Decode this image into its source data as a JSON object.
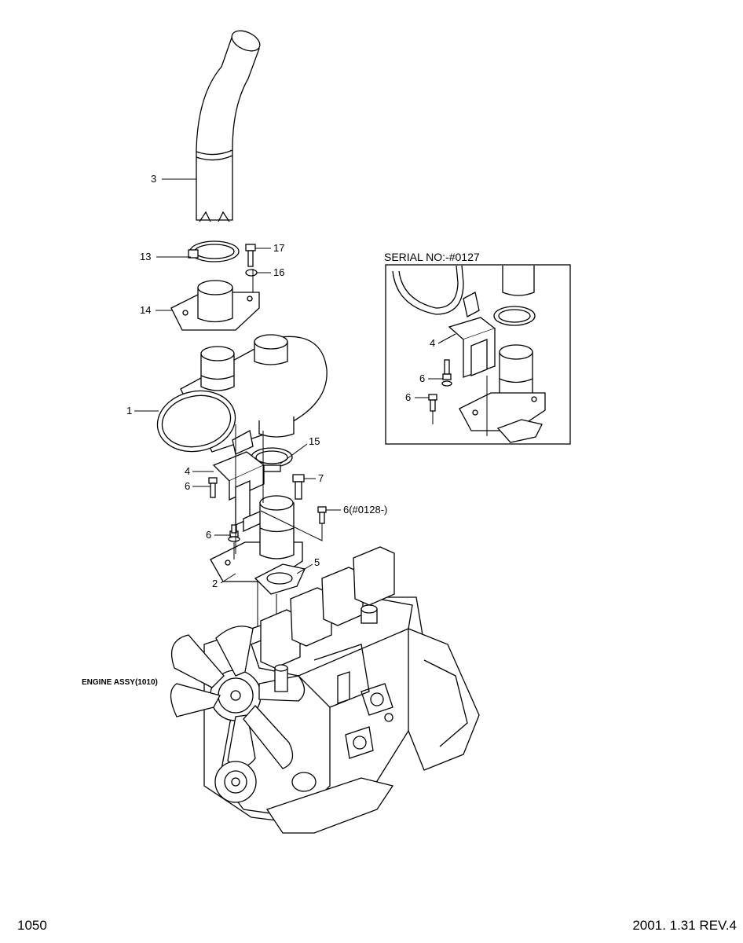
{
  "callouts": {
    "c3": "3",
    "c13": "13",
    "c17": "17",
    "c16": "16",
    "c14": "14",
    "c1": "1",
    "c15": "15",
    "c4": "4",
    "c6a": "6",
    "c7": "7",
    "c6b": "6(#0128-)",
    "c6c": "6",
    "c5": "5",
    "c2": "2"
  },
  "inset": {
    "title": "SERIAL NO:-#0127",
    "c4": "4",
    "c6a": "6",
    "c6b": "6"
  },
  "engine_label": "ENGINE ASSY(1010)",
  "footer": {
    "page_number": "1050",
    "revision": "2001. 1.31 REV.4"
  }
}
